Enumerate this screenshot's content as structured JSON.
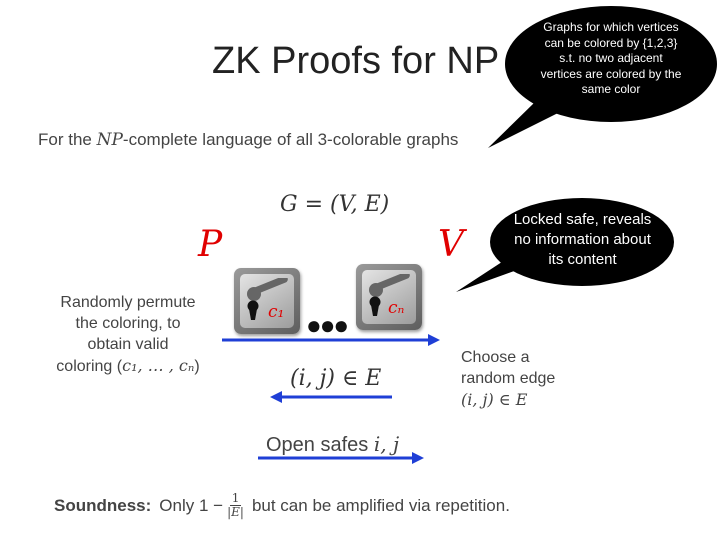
{
  "slide": {
    "title": "ZK Proofs for NP",
    "subtitle_prefix": "For the ",
    "subtitle_np": "NP",
    "subtitle_suffix": "-complete language of all 3-colorable graphs",
    "graph_equation": "G = (V, E)",
    "prover_label": "P",
    "verifier_label": "V",
    "callout_graphs": "Graphs for which vertices can be colored by {1,2,3} s.t. no two adjacent vertices are colored by the same color",
    "callout_safe": "Locked safe, reveals no information about its content",
    "prover_step_line1": "Randomly permute",
    "prover_step_line2": "the coloring, to",
    "prover_step_line3": "obtain valid",
    "prover_step_line4_prefix": "coloring (",
    "prover_step_line4_math": "c₁, … , cₙ",
    "prover_step_line4_suffix": ")",
    "safe_1_label": "c₁",
    "safe_n_label": "cₙ",
    "dots": "●●●",
    "verifier_step_line1": "Choose a",
    "verifier_step_line2": "random edge",
    "verifier_step_line3": "(i, j) ∈ E",
    "challenge": "(i, j) ∈ E",
    "open_prefix": "Open safes ",
    "open_math": "i, j",
    "soundness_label": "Soundness:",
    "soundness_only": "Only 1 −",
    "soundness_frac_num": "1",
    "soundness_frac_den": "|E|",
    "soundness_suffix": "but can be amplified via repetition."
  },
  "colors": {
    "party_red": "#e00000",
    "arrow_blue": "#1f3fd6",
    "callout_fill": "#000000",
    "callout_text": "#ffffff"
  },
  "icons": [
    "key-icon",
    "keyhole-icon"
  ]
}
